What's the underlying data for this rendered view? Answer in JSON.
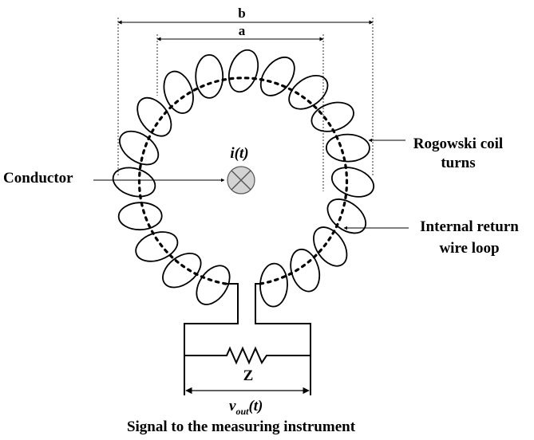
{
  "labels": {
    "dimension_b": "b",
    "dimension_a": "a",
    "current": "i(t)",
    "conductor": "Conductor",
    "rogowski_line1": "Rogowski coil",
    "rogowski_line2": "turns",
    "return_line1": "Internal return",
    "return_line2": "wire loop",
    "impedance": "Z",
    "vout_main": "v",
    "vout_sub": "out",
    "vout_arg": "(t)",
    "caption": "Signal to the measuring instrument"
  },
  "coil": {
    "turns": 19
  }
}
